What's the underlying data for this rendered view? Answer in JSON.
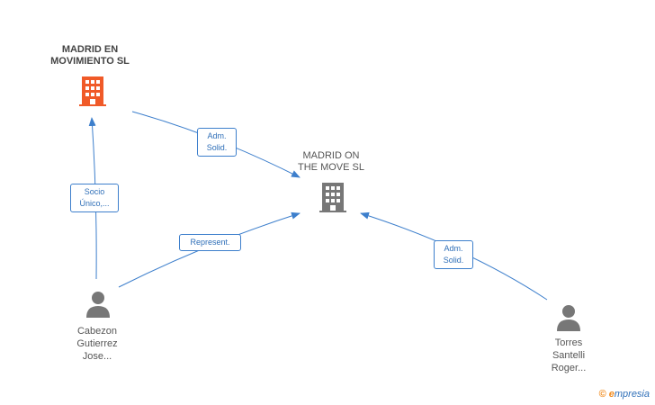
{
  "colors": {
    "edge": "#3d7fcc",
    "company_main": "#f05a28",
    "company_other": "#777777",
    "person": "#777777"
  },
  "nodes": {
    "madrid_en_movimiento": {
      "line1": "MADRID EN",
      "line2": "MOVIMIENTO SL",
      "icon": "building-icon"
    },
    "madrid_on_the_move": {
      "line1": "MADRID ON",
      "line2": "THE MOVE SL",
      "icon": "building-icon"
    },
    "cabezon": {
      "line1": "Cabezon",
      "line2": "Gutierrez",
      "line3": "Jose...",
      "icon": "person-icon"
    },
    "torres": {
      "line1": "Torres",
      "line2": "Santelli",
      "line3": "Roger...",
      "icon": "person-icon"
    }
  },
  "edges": {
    "adm_solid_1": {
      "line1": "Adm.",
      "line2": "Solid."
    },
    "socio_unico": {
      "line1": "Socio",
      "line2": "Único,..."
    },
    "represent": {
      "line1": "Represent."
    },
    "adm_solid_2": {
      "line1": "Adm.",
      "line2": "Solid."
    }
  },
  "brand": {
    "symbol": "©",
    "initial": "e",
    "name": "mpresia"
  }
}
